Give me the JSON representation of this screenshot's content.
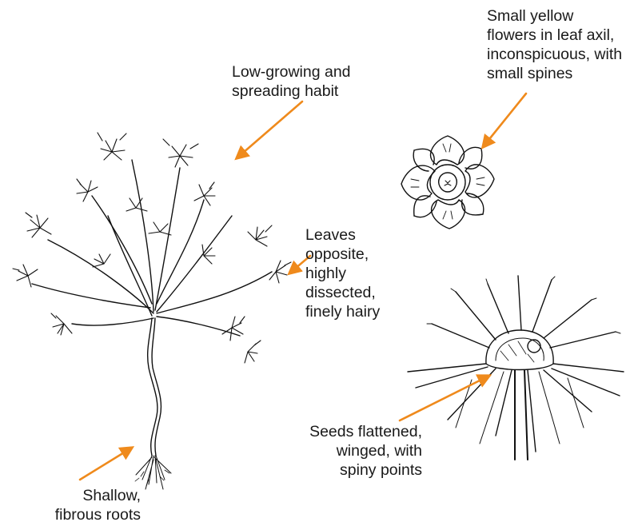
{
  "labels": {
    "habit": "Low-growing and\nspreading habit",
    "flowers": "Small yellow\nflowers in leaf axil,\ninconspicuous, with\nsmall spines",
    "leaves": "Leaves\nopposite,\nhighly\ndissected,\nfinely hairy",
    "seeds": "Seeds flattened,\nwinged, with\nspiny points",
    "roots": "Shallow,\nfibrous roots"
  },
  "colors": {
    "arrow": "#ef8a1c",
    "ink": "#111111"
  },
  "illustrations": {
    "plant": "whole-plant-drawing",
    "flower": "flower-drawing",
    "seed": "seed-drawing"
  }
}
